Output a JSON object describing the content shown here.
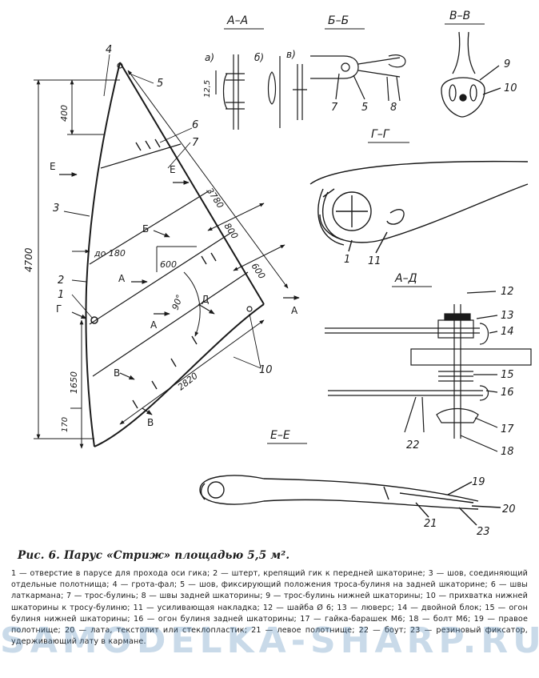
{
  "sections": {
    "aa": "А–А",
    "bb": "Б–Б",
    "vv": "В–В",
    "gg": "Г–Г",
    "ad": "А–Д",
    "ee": "Е–Е"
  },
  "subfigs": {
    "a": "а)",
    "b": "б)",
    "v": "в)"
  },
  "dimensions": {
    "d400": "400",
    "d4700": "4700",
    "d1650": "1650",
    "d170": "170",
    "d3780": "3780",
    "d800": "800",
    "d600a": "600",
    "d600b": "600",
    "d2820": "2820",
    "d12_5": "12,5",
    "d_to180": "до 180",
    "angle90": "90°"
  },
  "section_marks": {
    "E": "Е",
    "A": "А",
    "B": "Б",
    "V": "В",
    "G": "Г",
    "D": "Д"
  },
  "callouts": [
    "1",
    "2",
    "3",
    "4",
    "5",
    "6",
    "7",
    "8",
    "9",
    "10",
    "11",
    "12",
    "13",
    "14",
    "15",
    "16",
    "17",
    "18",
    "19",
    "20",
    "21",
    "22",
    "23"
  ],
  "caption": "Рис. 6. Парус «Стриж» площадью 5,5 м².",
  "legend": "1 — отверстие в парусе для прохода оси гика; 2 — штерт, крепящий гик к передней шкаторине; 3 — шов, соединяющий отдельные полотнища; 4 — грота-фал; 5 — шов, фиксирующий положения троса-булиня на задней шкаторине; 6 — швы латкармана; 7 — трос-булинь; 8 — швы задней шкаторины; 9 — трос-булинь нижней шкаторины; 10 — прихватка нижней шкаторины к тросу-булиню; 11 — усиливающая накладка; 12 — шайба Ø 6; 13 — люверс; 14 — двойной блок; 15 — огон булиня нижней шкаторины; 16 — огон булиня задней шкаторины; 17 — гайка-барашек М6; 18 — болт М6; 19 — правое полотнище; 20 — лата, текстолит или стеклопластик; 21 — левое полотнище; 22 — боут; 23 — резиновый фиксатор, удерживающий лату в кармане.",
  "watermark": "SAMODELKA-SHARP.RU"
}
